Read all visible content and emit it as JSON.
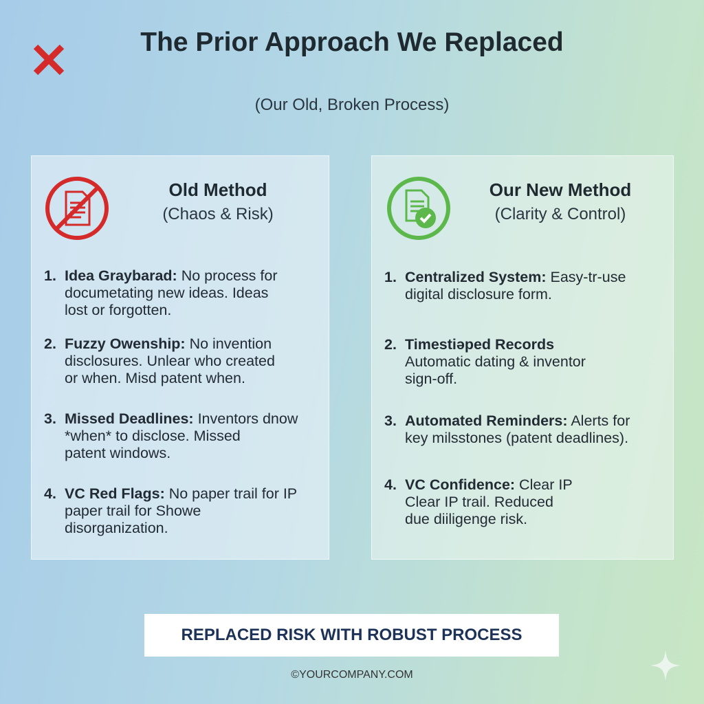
{
  "header": {
    "title": "The Prior Approach We Replaced",
    "subtitle": "(Our Old, Broken Process)"
  },
  "colors": {
    "bad": "#d42a2a",
    "good": "#5cb84a",
    "banner_text": "#1d3257"
  },
  "old_method": {
    "heading": "Old Method",
    "subheading": "(Chaos & Risk)",
    "icon": "crossed-document-icon",
    "items": [
      {
        "num": "1.",
        "title": "Idea Graybarad:",
        "body": " No process for\ndocumetating new ideas. Ideas\nlost or forgotten."
      },
      {
        "num": "2.",
        "title": "Fuzzy Owenship:",
        "body": " No invention\ndisclosures. Unlear who created\nor when. Misd patent when."
      },
      {
        "num": "3.",
        "title": "Missed Deadlines:",
        "body": " Inventors dnow\n*when* to disclose. Missed\npatent windows."
      },
      {
        "num": "4.",
        "title": "VC Red Flags:",
        "body": " No paper trail for IP\npaper trail for Showe\ndisorganization."
      }
    ]
  },
  "new_method": {
    "heading": "Our New Method",
    "subheading": "(Clarity & Control)",
    "icon": "document-check-icon",
    "items": [
      {
        "num": "1.",
        "title": "Centralized System:",
        "body": " Easy-tr-use\ndigital disclosure form."
      },
      {
        "num": "2.",
        "title": "Timestiəped Records",
        "body": "\nAutomatic dating & inventor\nsign-off."
      },
      {
        "num": "3.",
        "title": "Automated Reminders:",
        "body": " Alerts for\nkey milsstones (patent deadlines)."
      },
      {
        "num": "4.",
        "title": "VC Confidence:",
        "body": " Clear IP\nClear IP trail. Reduced\ndue diiligenge risk."
      }
    ]
  },
  "banner": {
    "label": "REPLACED RISK WITH ROBUST PROCESS"
  },
  "footer": {
    "text": "©YOURCOMPANY.COM"
  }
}
